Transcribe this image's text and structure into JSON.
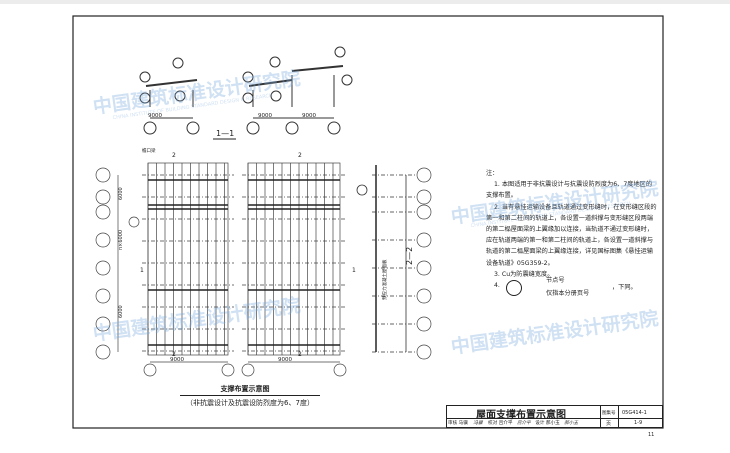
{
  "section_1_1": {
    "label": "1—1",
    "dim": "9000",
    "dim2": "9000",
    "dim3": "9000"
  },
  "plan": {
    "caption": "支撑布置示意图",
    "subcaption": "（非抗震设计及抗震设防烈度为6、7度）",
    "label_2": "2",
    "label_1": "1",
    "edge_label": "檐口梁",
    "dim_9000": "9000",
    "dims_vertical": [
      "6000",
      "600",
      "600",
      "6000",
      "n×6000",
      "6000"
    ]
  },
  "section_2_2": {
    "label": "2—2",
    "side_note": "预应力混凝土屋面板"
  },
  "notes": {
    "title": "注：",
    "items": [
      "1. 本图适用于非抗震设计与抗震设防烈度为6、7度地区的支撑布置。",
      "2. 当有悬挂运输设备且轨道通过变形缝时，在变形缝区段的第一和第二柱间的轨道上，各设置一道斜撑与变形缝区段两端的第二榀屋面梁的上翼缘加以连接，当轨道不通过变形缝时，应在轨道两端的第一和第二柱间的轨道上，各设置一道斜撑与轨道的第二榀屋面梁的上翼缘连接，详见国标图集《悬挂运输设备轨道》05G359-2。",
      "3. Cu为防震缝宽度。",
      "4."
    ],
    "legend_node": "节点号",
    "legend_page": "仅指本分册页号",
    "legend_suffix": "，下同。"
  },
  "title_block": {
    "title": "屋面支撑布置示意图",
    "atlas_label": "图集号",
    "atlas_no": "05G414-1",
    "review_label": "审核",
    "reviewer": "马骥",
    "review_sig": "冯骥",
    "check_label": "校对",
    "checker": "吕介平",
    "check_sig": "吕介平",
    "design_label": "设计",
    "designer": "郝小玉",
    "design_sig": "郝小玉",
    "page_label": "页",
    "page_no": "1-9"
  },
  "page_number": "11",
  "watermark": {
    "cn": "中国建筑标准设计研究院",
    "en": "CHINA INSTITUTE OF BUILDING STANDARD DESIGN & RESEARCH"
  }
}
